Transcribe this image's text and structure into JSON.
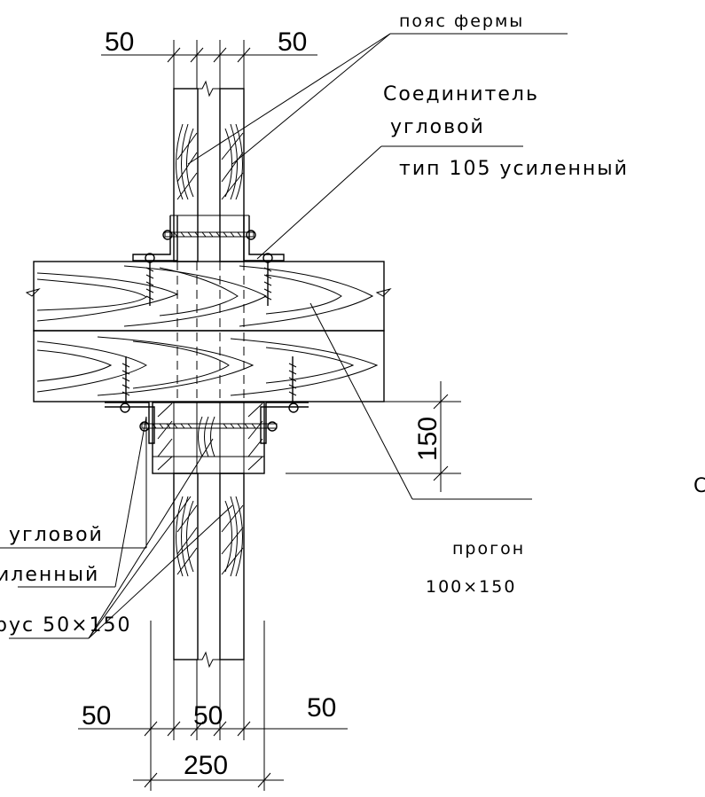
{
  "labels": {
    "truss_chord": "пояс фермы",
    "connector_line1": "Соединитель",
    "connector_line2": "угловой",
    "connector_line3": "тип 105 усиленный",
    "left_line1": "угловой",
    "left_line2": "иленный",
    "left_line3": "рус 50×150",
    "purlin_line1": "прогон",
    "purlin_line2": "100×150",
    "edge_letter": "С"
  },
  "dimensions": {
    "top_left": "50",
    "top_right": "50",
    "height": "150",
    "bottom_left": "50",
    "bottom_mid": "50",
    "bottom_right": "50",
    "bottom_total": "250"
  }
}
